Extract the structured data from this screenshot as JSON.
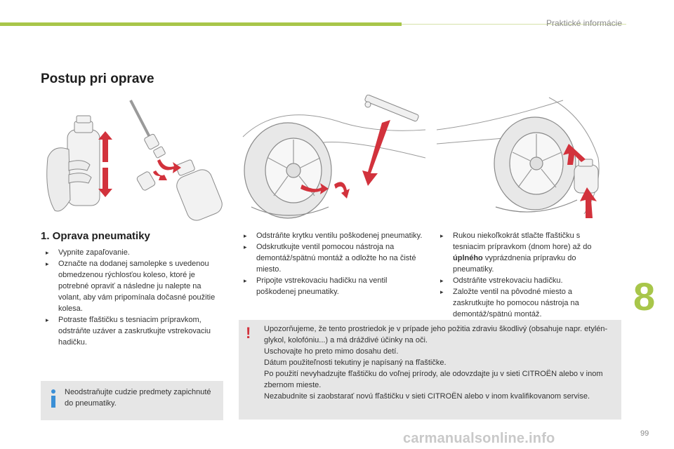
{
  "header": {
    "section_title": "Praktické informácie"
  },
  "page_title": "Postup pri oprave",
  "section": {
    "title": "1. Oprava pneumatiky",
    "col1_steps": [
      "Vypnite zapaľovanie.",
      "Označte na dodanej samolepke s uvedenou obmedzenou rýchlosťou koleso, ktoré je potrebné opraviť a následne ju nalepte na volant, aby vám pripomínala dočasné použitie kolesa.",
      "Potraste fľaštičku s tesniacim prípravkom, odstráňte uzáver a zaskrutkujte vstrekovaciu hadičku."
    ],
    "col2_steps": [
      "Odstráňte krytku ventilu poškodenej pneumatiky.",
      "Odskrutkujte ventil pomocou nástroja na demontáž/spätnú montáž a odložte ho na čisté miesto.",
      "Pripojte vstrekovaciu hadičku na ventil poškodenej pneumatiky."
    ],
    "col3_step1_before": "Rukou niekoľkokrát stlačte fľaštičku s tesniacim prípravkom (dnom hore) až do ",
    "col3_step1_bold": "úplného",
    "col3_step1_after": " vyprázdnenia prípravku do pneumatiky.",
    "col3_steps_rest": [
      "Odstráňte vstrekovaciu hadičku.",
      "Založte ventil na pôvodné miesto a zaskrutkujte ho pomocou nástroja na demontáž/spätnú montáž."
    ]
  },
  "note": {
    "icon": "info-icon",
    "text": "Neodstraňujte cudzie predmety zapichnuté do pneumatiky."
  },
  "warning": {
    "icon": "exclamation-icon",
    "lines": [
      "Upozorňujeme, že tento prostriedok je v prípade jeho požitia zdraviu škodlivý (obsahuje napr. etylén-glykol, kolofóniu...) a má dráždivé účinky na oči.",
      "Uschovajte ho preto mimo dosahu detí.",
      "Dátum použiteľnosti tekutiny je napísaný na fľaštičke.",
      "Po použití nevyhadzujte fľaštičku do voľnej prírody, ale odovzdajte ju v sieti CITROËN alebo v inom zbernom mieste.",
      "Nezabudnite si zaobstarať novú fľaštičku v sieti CITROËN alebo v inom kvalifikovanom servise."
    ]
  },
  "chapter_number": "8",
  "page_number": "99",
  "watermark": "carmanualsonline.info",
  "colors": {
    "accent_green": "#a8c64a",
    "warning_red": "#d2323c",
    "info_blue": "#3a8fd6",
    "arrow_red": "#d2323c"
  }
}
